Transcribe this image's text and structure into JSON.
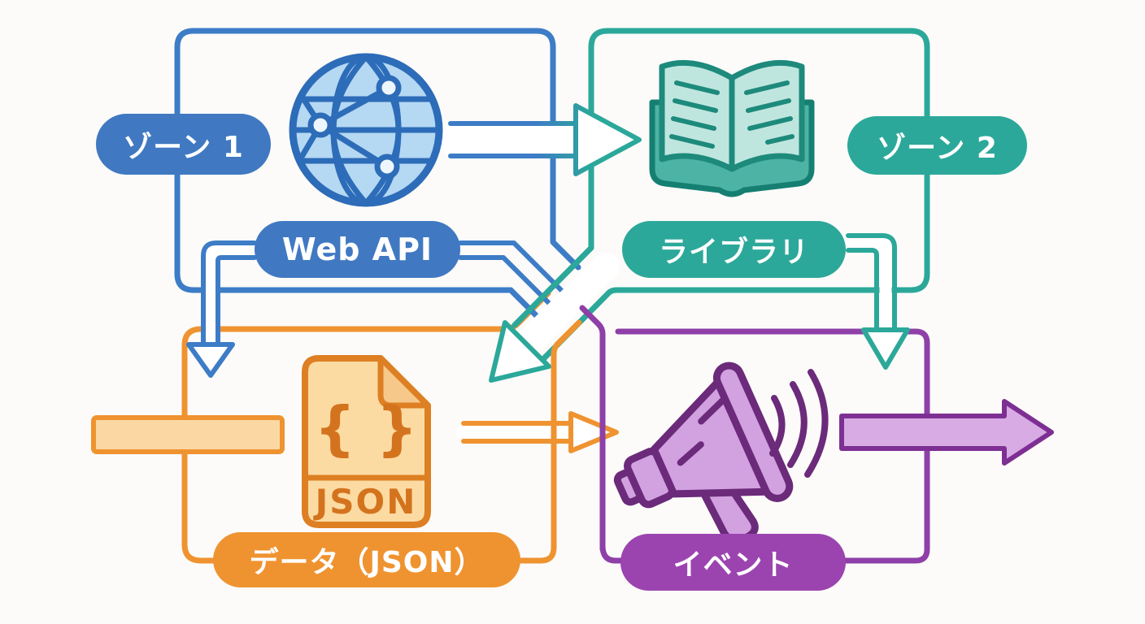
{
  "diagram": {
    "title_semantic": "zone-architecture-diagram",
    "labels": {
      "zone1": {
        "text": "ゾーン 1",
        "color": "#4079c2"
      },
      "zone2": {
        "text": "ゾーン 2",
        "color": "#2ca89a"
      },
      "webapi": {
        "text": "Web API",
        "color": "#4079c2"
      },
      "library": {
        "text": "ライブラリ",
        "color": "#2ca89a"
      },
      "data": {
        "text": "データ（JSON）",
        "color": "#ef9330"
      },
      "event": {
        "text": "イベント",
        "color": "#9b44b0"
      }
    },
    "json_file_icon": {
      "braces": "{ }",
      "label": "JSON"
    },
    "icons": [
      "globe-network-icon",
      "open-book-icon",
      "json-file-icon",
      "megaphone-icon"
    ],
    "colors": {
      "blue_stroke": "#3d7cc6",
      "blue_fill": "#b5d8f3",
      "teal_stroke": "#2ba89a",
      "teal_dark": "#177f72",
      "teal_fill": "#bfe6de",
      "orange_stroke": "#ef9330",
      "orange_dark": "#d4731e",
      "orange_fill": "#fcdba2",
      "purple_stroke": "#8e3fa8",
      "purple_dark": "#6b2a7a",
      "purple_fill": "#d2a1e0",
      "background": "#fcfbf9"
    },
    "arrows": [
      {
        "name": "globe-to-book-arrow",
        "style": "hollow",
        "color": "blue-to-teal-gradient"
      },
      {
        "name": "webapi-down-to-data-arrow",
        "style": "hollow",
        "color": "blue"
      },
      {
        "name": "webapi-diagonal-arrow",
        "style": "hollow",
        "color": "blue"
      },
      {
        "name": "library-diagonal-to-data-arrow",
        "style": "hollow",
        "color": "teal"
      },
      {
        "name": "library-down-to-event-arrow",
        "style": "hollow",
        "color": "teal"
      },
      {
        "name": "json-to-megaphone-arrow",
        "style": "hollow",
        "color": "orange"
      },
      {
        "name": "left-inlet-bar",
        "style": "filled",
        "color": "orange"
      },
      {
        "name": "event-outlet-arrow",
        "style": "filled",
        "color": "purple"
      }
    ]
  }
}
